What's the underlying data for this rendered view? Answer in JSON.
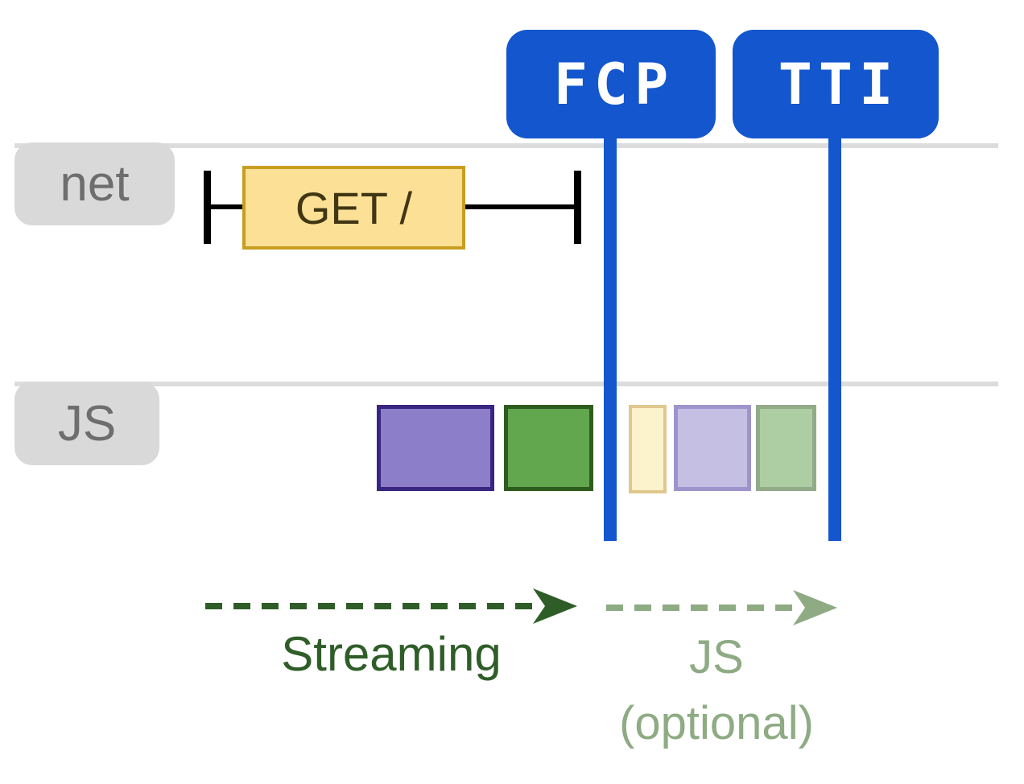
{
  "markers": [
    {
      "label": "FCP",
      "color": "#1356CE"
    },
    {
      "label": "TTI",
      "color": "#1356CE"
    }
  ],
  "lanes": [
    {
      "label": "net"
    },
    {
      "label": "JS"
    }
  ],
  "network_request": {
    "label": "GET /",
    "fill": "#FBE096",
    "border": "#C89E1F",
    "text_color": "#413614",
    "bracket_color": "#000000"
  },
  "js_tasks": [
    {
      "name": "task-purple",
      "fill": "#8C7EC8",
      "border": "#3A2580"
    },
    {
      "name": "task-green",
      "fill": "#62A64E",
      "border": "#2E5C1C"
    },
    {
      "name": "task-light-yellow",
      "fill": "#FCF2CC",
      "border": "#E0C78E"
    },
    {
      "name": "task-light-purple",
      "fill": "#C6BFE4",
      "border": "#9D94CC"
    },
    {
      "name": "task-light-green",
      "fill": "#ADCDA3",
      "border": "#91AB89"
    }
  ],
  "phases": [
    {
      "label": "Streaming",
      "sublabel": "",
      "color": "#2F5D28"
    },
    {
      "label": "JS",
      "sublabel": "(optional)",
      "color": "#8EAB84"
    }
  ],
  "colors": {
    "lane_line": "#DCDCDC",
    "lane_label_bg": "#D9D9D9",
    "lane_label_text": "#6E6E6E"
  }
}
